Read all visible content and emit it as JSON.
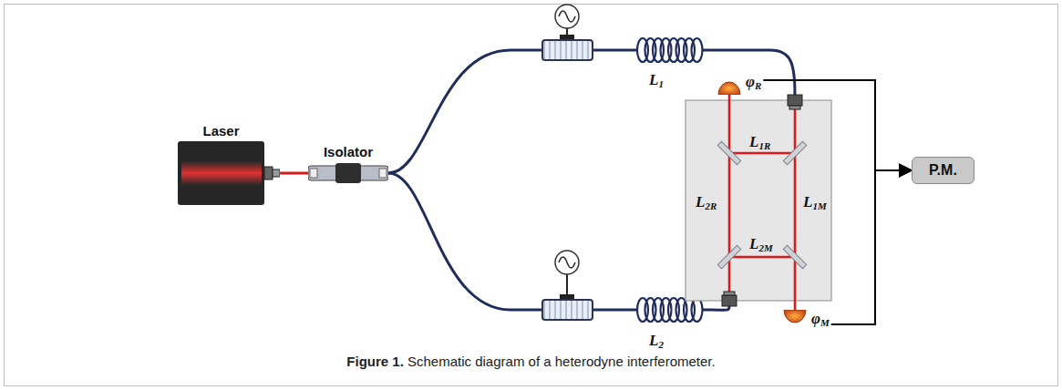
{
  "diagram": {
    "caption": "Figure 1. Schematic diagram of a heterodyne interferometer.",
    "nodes": [
      {
        "text": [
          "Laser"
        ]
      },
      {
        "text": [
          "Isolator"
        ]
      },
      {
        "text": [
          "φR"
        ]
      },
      {
        "text": [
          "φM"
        ]
      },
      {
        "text": [
          "P.M."
        ]
      }
    ],
    "edges": [
      {
        "from": 0,
        "to": 1,
        "arrow": "none"
      },
      {
        "from": 2,
        "to": 4,
        "arrow": "to"
      },
      {
        "from": 3,
        "to": 4,
        "arrow": "to"
      }
    ],
    "labels": [
      "L1",
      "L2",
      "L1R",
      "L2R",
      "L1M",
      "L2M"
    ]
  }
}
